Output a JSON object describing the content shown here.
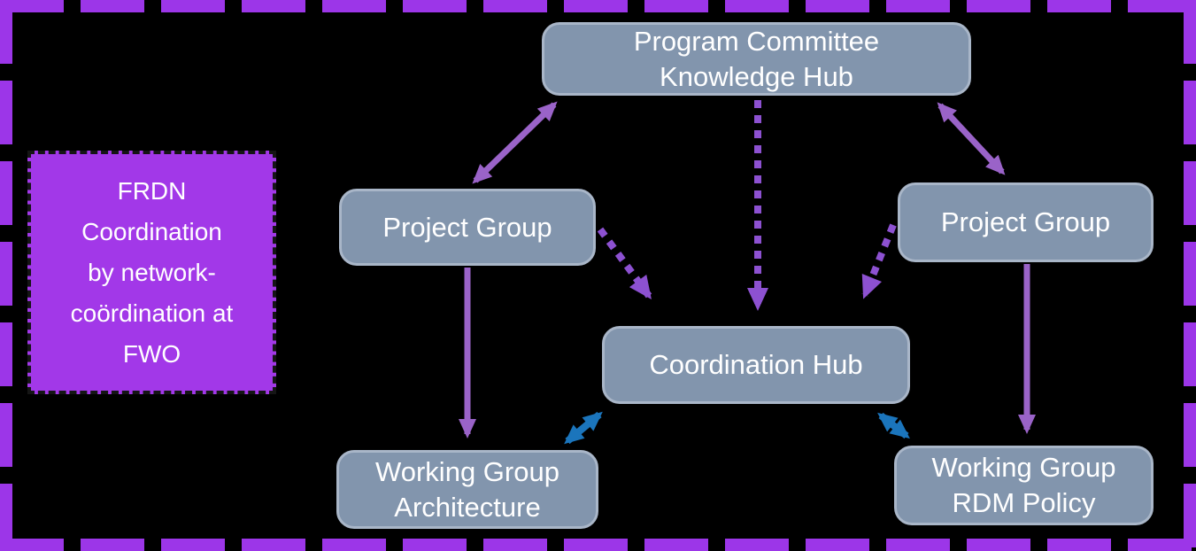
{
  "colors": {
    "canvas-bg": "#000000",
    "outer-border": "#9c36e8",
    "note-fill": "#a238e8",
    "note-dash": "#151515",
    "node-fill": "#8295ad",
    "node-border": "#a9b6c8",
    "text": "#ffffff",
    "arrow-solid": "#9a63c8",
    "arrow-dashed": "#8d51d1",
    "arrow-blue": "#1b75bc"
  },
  "note": {
    "lines": [
      "FRDN",
      "Coordination",
      "by network-",
      "coördination at",
      "FWO"
    ]
  },
  "nodes": {
    "program_committee": {
      "lines": [
        "Program Committee",
        "Knowledge Hub"
      ]
    },
    "project_group_left": {
      "label": "Project Group"
    },
    "project_group_right": {
      "label": "Project Group"
    },
    "coordination_hub": {
      "label": "Coordination Hub"
    },
    "working_group_architecture": {
      "lines": [
        "Working Group",
        "Architecture"
      ]
    },
    "working_group_rdm_policy": {
      "lines": [
        "Working Group",
        "RDM Policy"
      ]
    }
  }
}
